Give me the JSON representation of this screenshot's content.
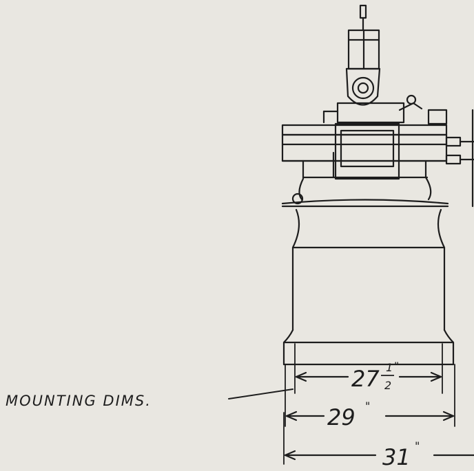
{
  "callout": {
    "mounting_label": "MOUNTING DIMS."
  },
  "dimensions": {
    "inner_whole": "27",
    "inner_frac_num": "1",
    "inner_frac_den": "2",
    "inner_unit": "\"",
    "middle_value": "29",
    "middle_unit": "\"",
    "outer_value": "31",
    "outer_unit": "\""
  },
  "colors": {
    "paper": "#e9e7e1",
    "ink": "#1d1d1d"
  }
}
